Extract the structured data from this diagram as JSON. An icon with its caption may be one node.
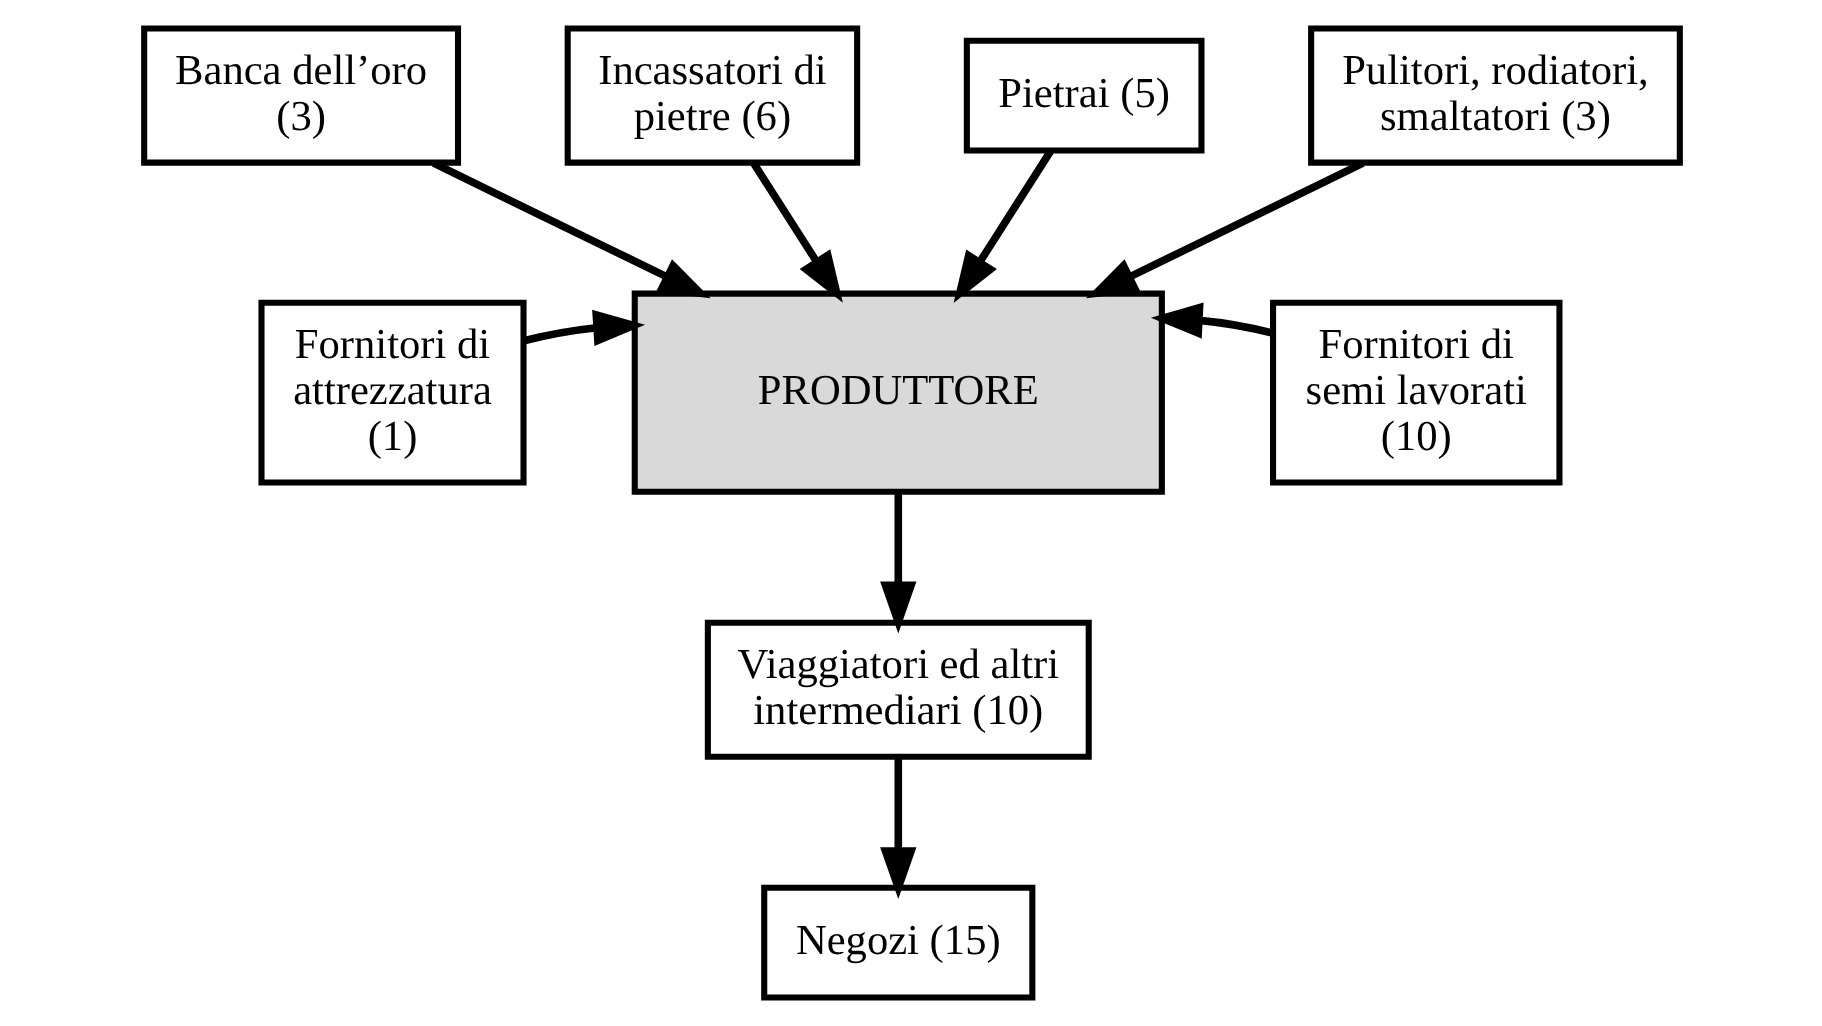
{
  "diagram": {
    "nodes": [
      {
        "text": [
          "Banca dell’oro (3)"
        ]
      },
      {
        "text": [
          "Incassatori di pietre (6)"
        ]
      },
      {
        "text": [
          "Pietrai (5)"
        ]
      },
      {
        "text": [
          "Pulitori, rodiatori, smaltatori (3)"
        ]
      },
      {
        "text": [
          "Fornitori di attrezzatura (1)"
        ]
      },
      {
        "text": [
          "PRODUTTORE"
        ]
      },
      {
        "text": [
          "Fornitori di semi lavorati (10)"
        ]
      },
      {
        "text": [
          "Viaggiatori ed altri intermediari (10)"
        ]
      },
      {
        "text": [
          "Negozi (15)"
        ]
      }
    ],
    "edges": [
      {
        "from": 0,
        "to": 5,
        "arrow": "to"
      },
      {
        "from": 1,
        "to": 5,
        "arrow": "to"
      },
      {
        "from": 2,
        "to": 5,
        "arrow": "to"
      },
      {
        "from": 3,
        "to": 5,
        "arrow": "to"
      },
      {
        "from": 4,
        "to": 5,
        "arrow": "to"
      },
      {
        "from": 6,
        "to": 5,
        "arrow": "to"
      },
      {
        "from": 5,
        "to": 7,
        "arrow": "to"
      },
      {
        "from": 7,
        "to": 8,
        "arrow": "to"
      }
    ]
  }
}
